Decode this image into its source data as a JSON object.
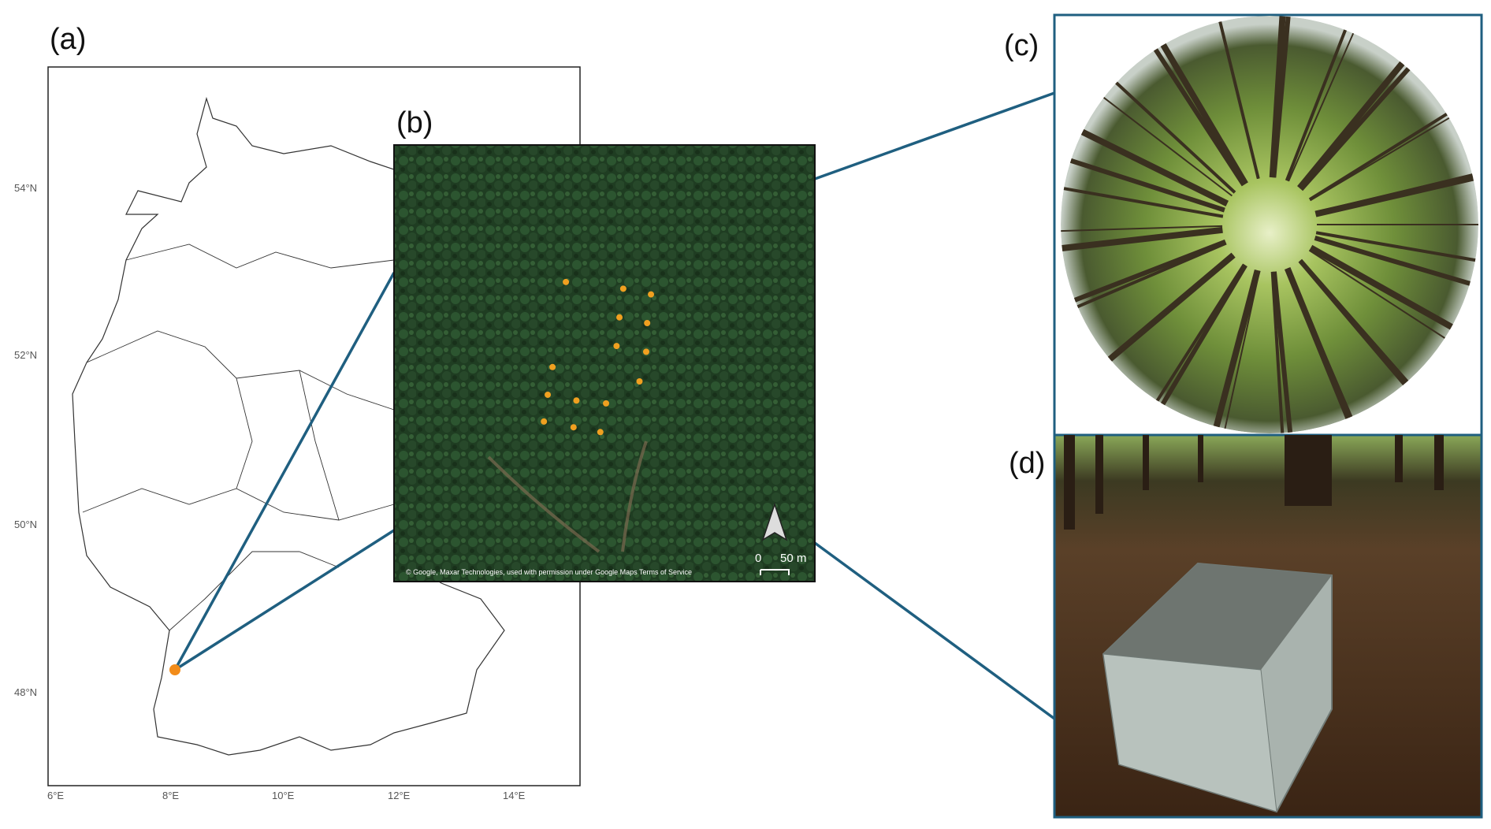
{
  "panels": {
    "a": "(a)",
    "b": "(b)",
    "c": "(c)",
    "d": "(d)"
  },
  "map": {
    "lat_ticks": [
      "54°N",
      "52°N",
      "50°N",
      "48°N"
    ],
    "lon_ticks": [
      "6°E",
      "8°E",
      "10°E",
      "12°E",
      "14°E"
    ],
    "site_color": "#f28c1a"
  },
  "satellite": {
    "attribution": "© Google, Maxar Technologies, used with permission under Google Maps Terms of Service",
    "scale_zero": "0",
    "scale_label": "50 m",
    "north_arrow": "north-arrow-icon",
    "plot_color": "#f0a020"
  },
  "connector_color": "#1f5f80"
}
